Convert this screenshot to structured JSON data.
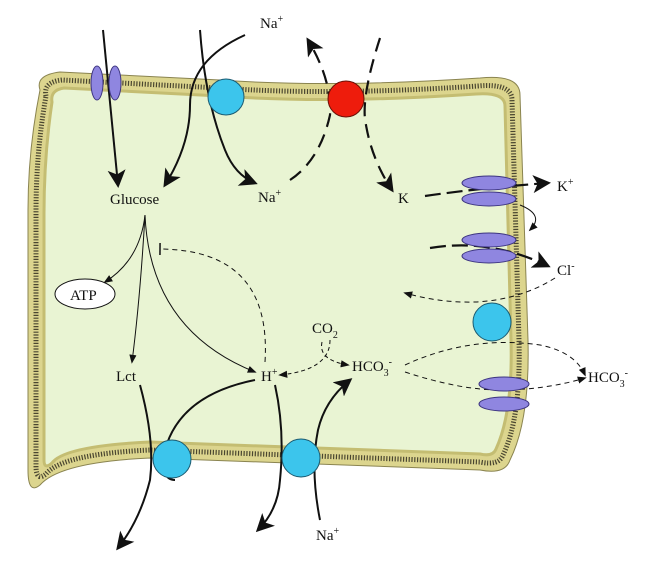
{
  "labels": {
    "na_top": "Na",
    "na_top_charge": "+",
    "glucose": "Glucose",
    "na_inside": "Na",
    "na_inside_charge": "+",
    "k_inside": "K",
    "k_out": "K",
    "k_out_charge": "+",
    "cl_out": "Cl",
    "cl_out_charge": "-",
    "atp": "ATP",
    "co2_main": "CO",
    "co2_sub": "2",
    "lct": "Lct",
    "h_plus": "H",
    "h_plus_charge": "+",
    "hco3_in_main": "HCO",
    "hco3_in_sub": "3",
    "hco3_in_charge": "-",
    "hco3_out_main": "HCO",
    "hco3_out_sub": "3",
    "hco3_out_charge": "-",
    "na_bottom": "Na",
    "na_bottom_charge": "+"
  },
  "colors": {
    "cytoplasm": "#e9f4d3",
    "membrane_head": "#dcd58e",
    "membrane_tail": "#4a4630",
    "channel": "#8f86e0",
    "transporter": "#3cc5ec",
    "pump": "#ee1c0c",
    "arrow": "#111111"
  }
}
